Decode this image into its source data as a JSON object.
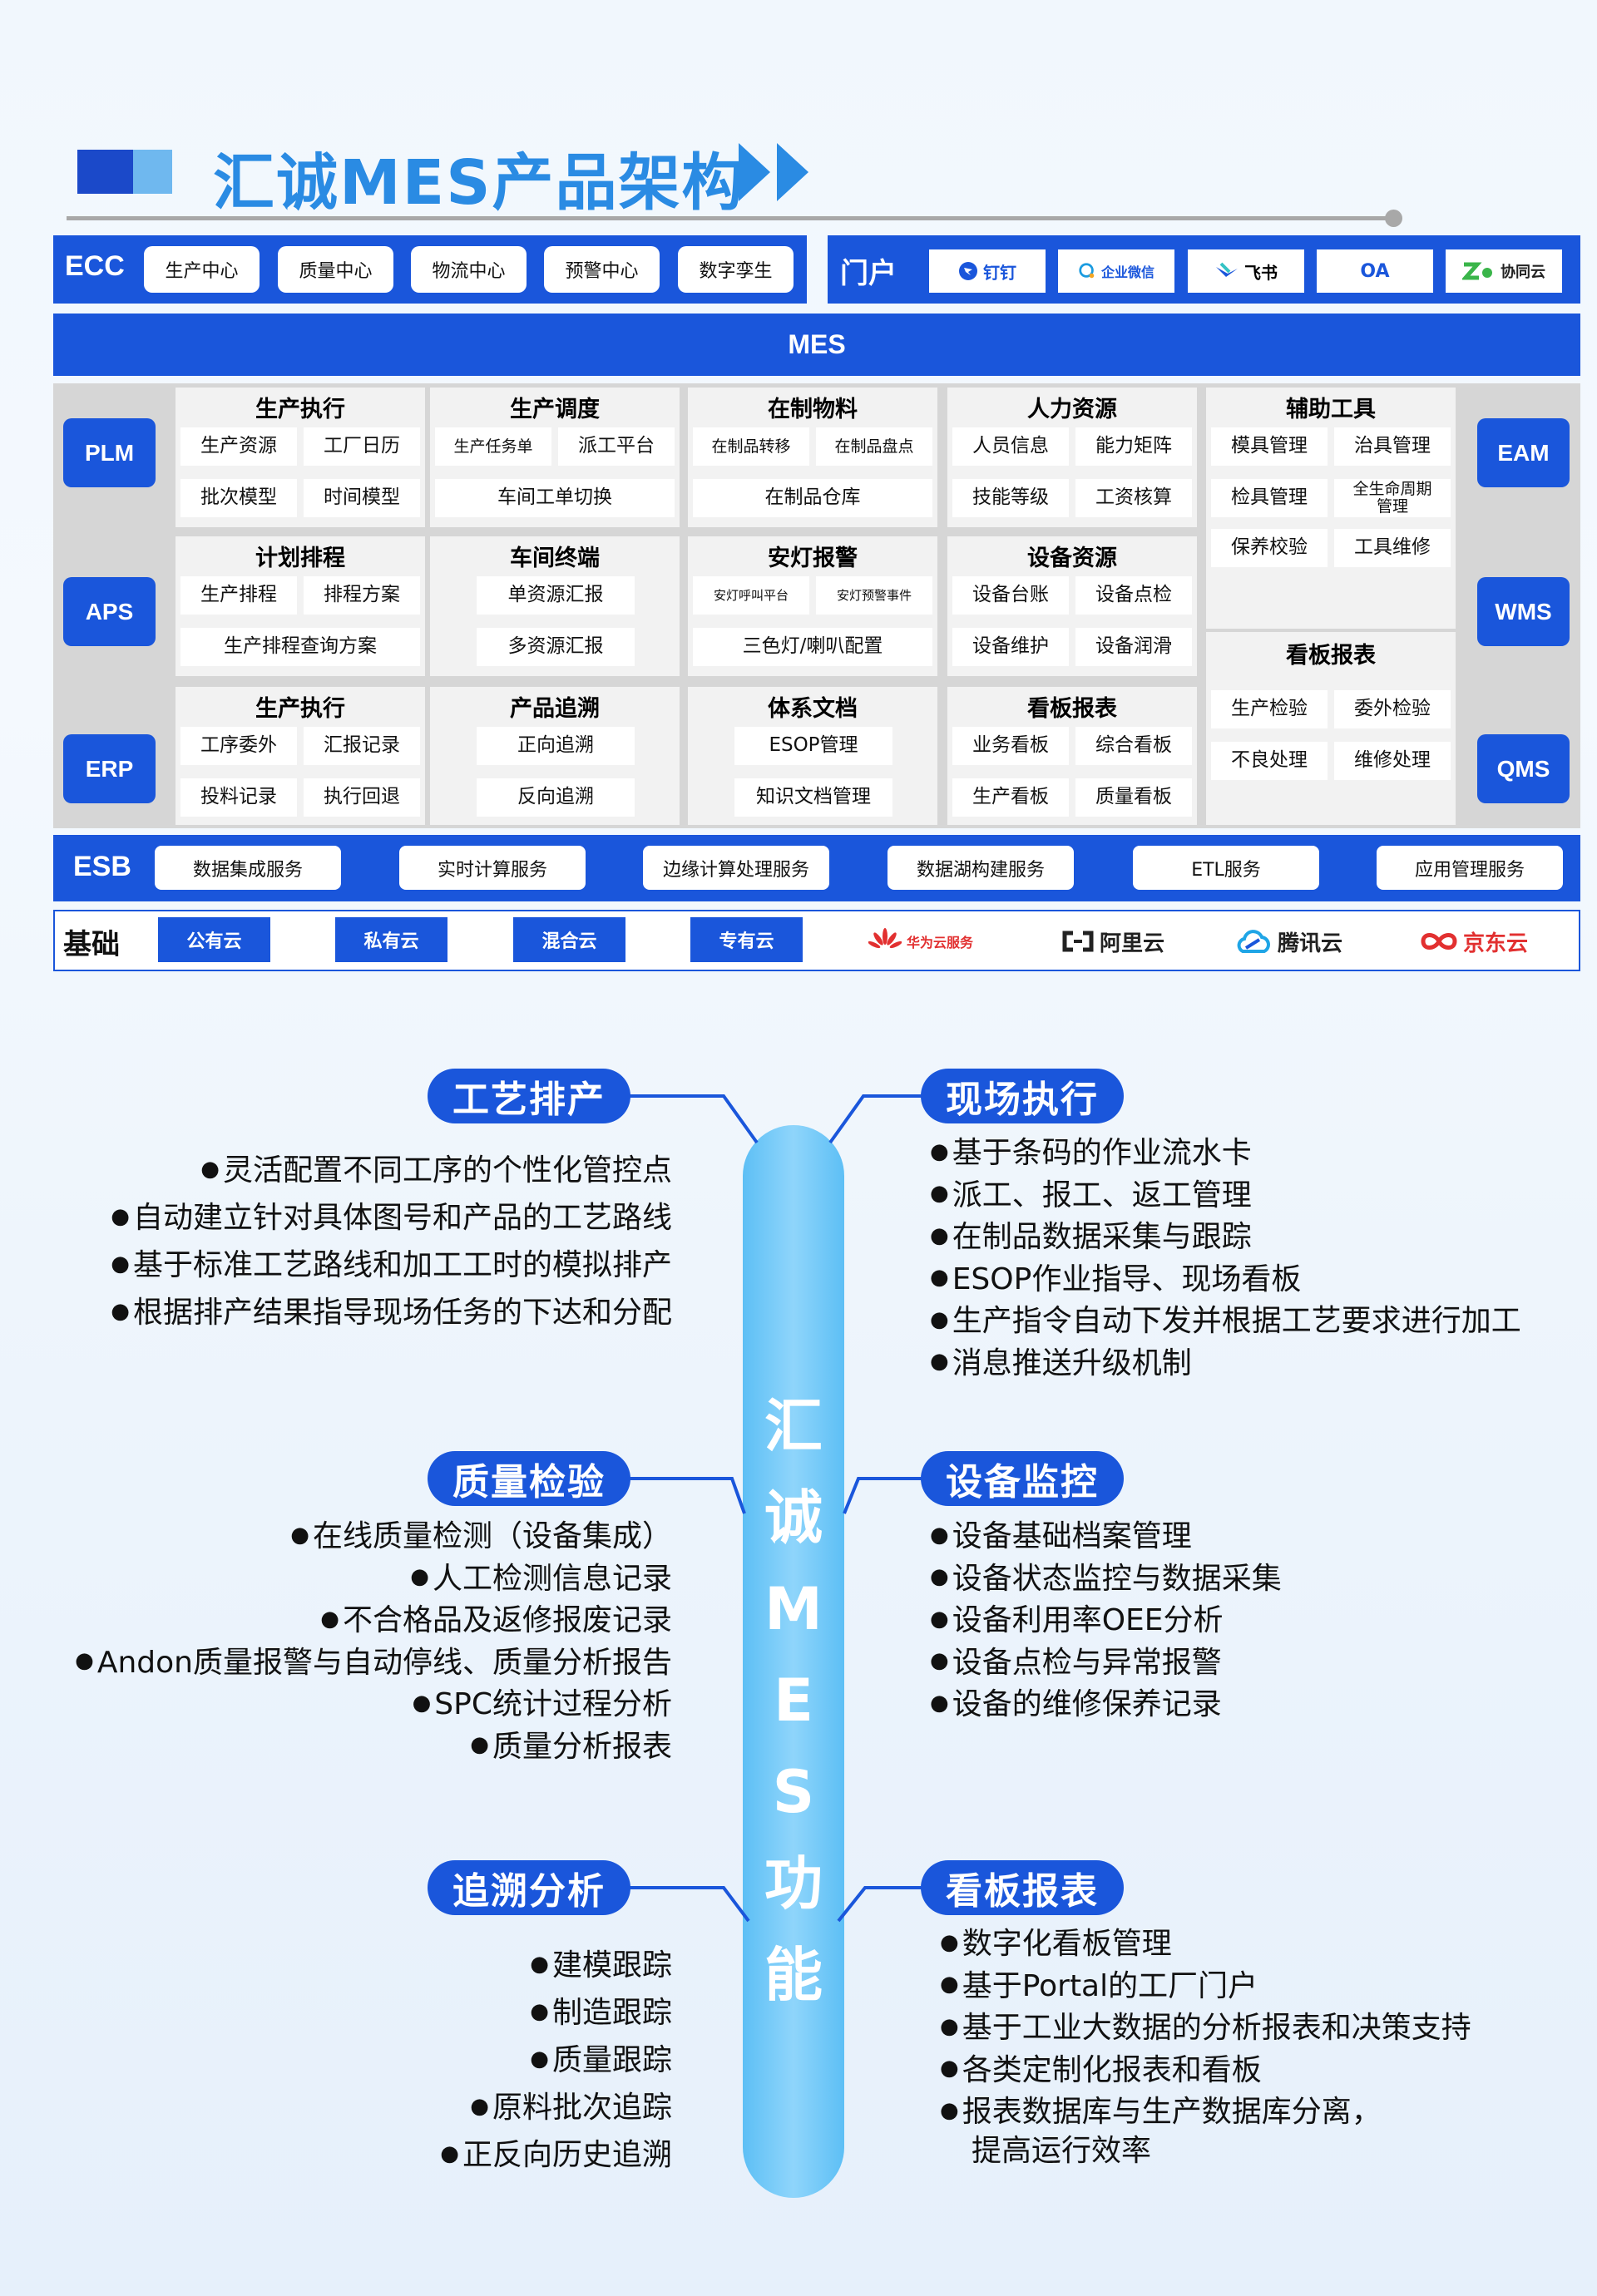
{
  "header": {
    "title": "汇诚MES产品架构"
  },
  "ecc": {
    "label": "ECC",
    "items": [
      "生产中心",
      "质量中心",
      "物流中心",
      "预警中心",
      "数字孪生"
    ]
  },
  "portal": {
    "label": "门户",
    "items": [
      {
        "icon": "dingtalk-icon",
        "text": "钉钉"
      },
      {
        "icon": "wecom-icon",
        "text": "企业微信"
      },
      {
        "icon": "feishu-icon",
        "text": "飞书"
      },
      {
        "icon": "",
        "text": "OA"
      },
      {
        "icon": "xietong-icon",
        "text": "协同云"
      }
    ]
  },
  "mes": {
    "label": "MES"
  },
  "left_systems": [
    "PLM",
    "APS",
    "ERP"
  ],
  "right_systems": [
    "EAM",
    "WMS",
    "QMS"
  ],
  "modules": {
    "r1": [
      {
        "title": "生产执行",
        "b": [
          "生产资源",
          "工厂日历",
          "批次模型",
          "时间模型"
        ]
      },
      {
        "title": "生产调度",
        "b": [
          "生产任务单",
          "派工平台",
          "车间工单切换"
        ]
      },
      {
        "title": "在制物料",
        "b": [
          "在制品转移",
          "在制品盘点",
          "在制品仓库"
        ]
      },
      {
        "title": "人力资源",
        "b": [
          "人员信息",
          "能力矩阵",
          "技能等级",
          "工资核算"
        ]
      },
      {
        "title": "辅助工具",
        "b": [
          "模具管理",
          "治具管理",
          "检具管理",
          "全生命周期管理",
          "保养校验",
          "工具维修"
        ]
      }
    ],
    "r2": [
      {
        "title": "计划排程",
        "b": [
          "生产排程",
          "排程方案",
          "生产排程查询方案"
        ]
      },
      {
        "title": "车间终端",
        "b": [
          "单资源汇报",
          "多资源汇报"
        ]
      },
      {
        "title": "安灯报警",
        "b": [
          "安灯呼叫平台",
          "安灯预警事件",
          "三色灯/喇叭配置"
        ]
      },
      {
        "title": "设备资源",
        "b": [
          "设备台账",
          "设备点检",
          "设备维护",
          "设备润滑"
        ]
      },
      {
        "title": "看板报表",
        "b": [
          "生产检验",
          "委外检验",
          "不良处理",
          "维修处理"
        ]
      }
    ],
    "r3": [
      {
        "title": "生产执行",
        "b": [
          "工序委外",
          "汇报记录",
          "投料记录",
          "执行回退"
        ]
      },
      {
        "title": "产品追溯",
        "b": [
          "正向追溯",
          "反向追溯"
        ]
      },
      {
        "title": "体系文档",
        "b": [
          "ESOP管理",
          "知识文档管理"
        ]
      },
      {
        "title": "看板报表",
        "b": [
          "业务看板",
          "综合看板",
          "生产看板",
          "质量看板"
        ]
      }
    ]
  },
  "esb": {
    "label": "ESB",
    "items": [
      "数据集成服务",
      "实时计算服务",
      "边缘计算处理服务",
      "数据湖构建服务",
      "ETL服务",
      "应用管理服务"
    ]
  },
  "base": {
    "label": "基础",
    "clouds": [
      "公有云",
      "私有云",
      "混合云",
      "专有云"
    ],
    "vendors": [
      {
        "icon": "huawei-cloud-icon",
        "text": "华为云服务"
      },
      {
        "icon": "aliyun-icon",
        "text": "阿里云"
      },
      {
        "icon": "tencent-cloud-icon",
        "text": "腾讯云"
      },
      {
        "icon": "jd-cloud-icon",
        "text": "京东云"
      }
    ]
  },
  "functions": {
    "center": [
      "汇",
      "诚",
      "M",
      "E",
      "S",
      "功",
      "能"
    ],
    "craft": {
      "title": "工艺排产",
      "items": [
        "灵活配置不同工序的个性化管控点",
        "自动建立针对具体图号和产品的工艺路线",
        "基于标准工艺路线和加工工时的模拟排产",
        "根据排产结果指导现场任务的下达和分配"
      ]
    },
    "site": {
      "title": "现场执行",
      "items": [
        "基于条码的作业流水卡",
        "派工、报工、返工管理",
        "在制品数据采集与跟踪",
        "ESOP作业指导、现场看板",
        "生产指令自动下发并根据工艺要求进行加工",
        "消息推送升级机制"
      ]
    },
    "quality": {
      "title": "质量检验",
      "items": [
        "在线质量检测（设备集成）",
        "人工检测信息记录",
        "不合格品及返修报废记录",
        "Andon质量报警与自动停线、质量分析报告",
        "SPC统计过程分析",
        "质量分析报表"
      ]
    },
    "equip": {
      "title": "设备监控",
      "items": [
        "设备基础档案管理",
        "设备状态监控与数据采集",
        "设备利用率OEE分析",
        "设备点检与异常报警",
        "设备的维修保养记录"
      ]
    },
    "trace": {
      "title": "追溯分析",
      "items": [
        "建模跟踪",
        "制造跟踪",
        "质量跟踪",
        "原料批次追踪",
        "正反向历史追溯"
      ]
    },
    "board": {
      "title": "看板报表",
      "items": [
        "数字化看板管理",
        "基于Portal的工厂门户",
        "基于工业大数据的分析报表和决策支持",
        "各类定制化报表和看板",
        "报表数据库与生产数据库分离，"
      ],
      "extra": "提高运行效率"
    }
  }
}
